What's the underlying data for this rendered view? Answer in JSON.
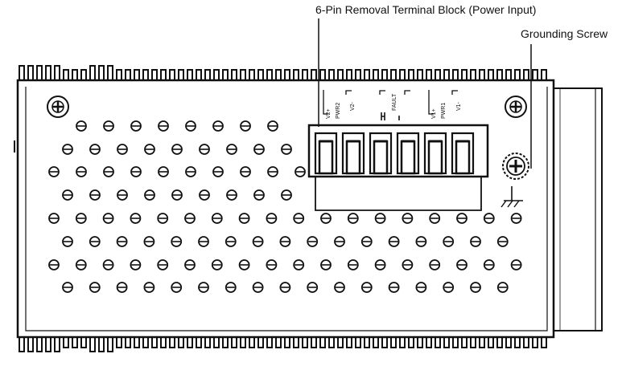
{
  "callouts": {
    "terminal_block": "6-Pin Removal Terminal Block (Power Input)",
    "grounding_screw": "Grounding Screw"
  },
  "terminal_pins": [
    "V2+",
    "PWR2",
    "V2-",
    "FAULT",
    "V1+",
    "PWR1",
    "V1-"
  ],
  "colors": {
    "line": "#111111",
    "background": "#ffffff"
  },
  "icons": [
    "mounting-screw-icon",
    "grounding-screw-icon",
    "ground-symbol-icon",
    "vent-hole-icon"
  ]
}
